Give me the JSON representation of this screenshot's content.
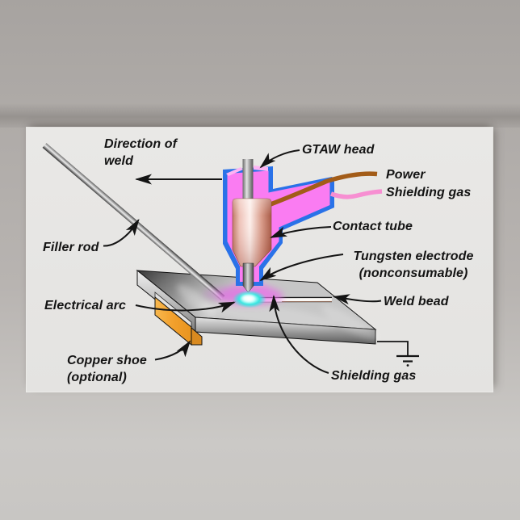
{
  "poster": {
    "labels": {
      "direction_of_weld": {
        "line1": "Direction of",
        "line2": "weld"
      },
      "gtaw_head": "GTAW head",
      "power": "Power",
      "shielding_gas_supply": "Shielding gas",
      "contact_tube": "Contact tube",
      "tungsten_electrode": {
        "line1": "Tungsten electrode",
        "line2": "(nonconsumable)"
      },
      "filler_rod": "Filler rod",
      "electrical_arc": "Electrical arc",
      "weld_bead": "Weld bead",
      "copper_shoe": {
        "line1": "Copper shoe",
        "line2": "(optional)"
      },
      "shielding_gas_flow": "Shielding gas"
    },
    "colors": {
      "torch_shell_blue": "#2a72e8",
      "torch_body_pink": "#fa7cf2",
      "contact_tube_copper": "#d89a88",
      "power_wire_brown": "#a35c18",
      "gas_hose_pink": "#f78fd2",
      "copper_shoe_orange": "#f2a02c",
      "arc_cyan": "#36e6e0",
      "arc_halo_magenta": "#e95fe9",
      "plate_dark": "#2e2e2e",
      "plate_light": "#c6c6c6",
      "label_text": "#141414",
      "poster_background": "#e7e6e4",
      "wall_background": "#b3afac"
    }
  }
}
